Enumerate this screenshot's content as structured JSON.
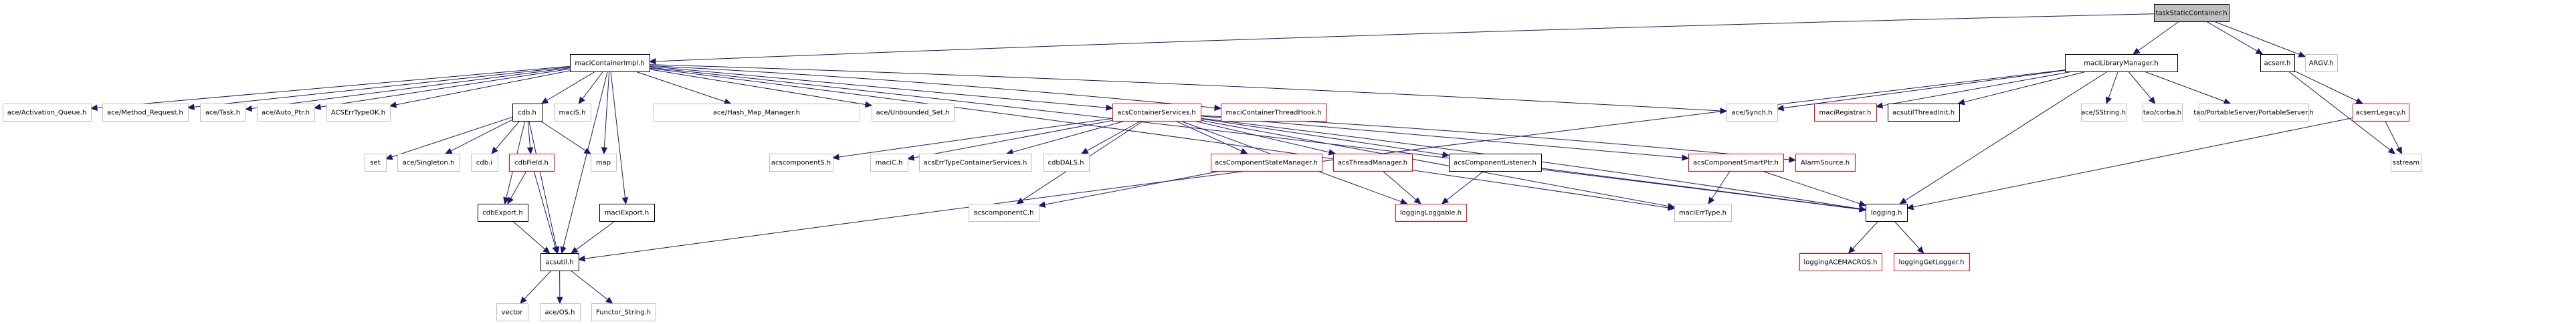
{
  "diagram": {
    "title": "taskStaticContainer.h",
    "kind": "include-dependency-graph",
    "legend_colors": {
      "root_fill": "#bfbfbf",
      "documented_border": "#000000",
      "undocumented_border": "#bfbfbf",
      "truncated_border": "#ff0000",
      "edge": "#191970"
    },
    "nodes": [
      {
        "id": "taskStaticContainer",
        "label": "taskStaticContainer.h",
        "style": "root"
      },
      {
        "id": "maciContainerImpl",
        "label": "maciContainerImpl.h",
        "style": "black"
      },
      {
        "id": "maciLibraryManager",
        "label": "maciLibraryManager.h",
        "style": "black"
      },
      {
        "id": "acserr",
        "label": "acserr.h",
        "style": "black"
      },
      {
        "id": "ARGV",
        "label": "ARGV.h",
        "style": "gray"
      },
      {
        "id": "aceActivationQueue",
        "label": "ace/Activation_Queue.h",
        "style": "gray"
      },
      {
        "id": "aceMethodRequest",
        "label": "ace/Method_Request.h",
        "style": "gray"
      },
      {
        "id": "aceTask",
        "label": "ace/Task.h",
        "style": "gray"
      },
      {
        "id": "aceAutoPtr",
        "label": "ace/Auto_Ptr.h",
        "style": "gray"
      },
      {
        "id": "ACSErrTypeOK",
        "label": "ACSErrTypeOK.h",
        "style": "gray"
      },
      {
        "id": "cdb",
        "label": "cdb.h",
        "style": "black"
      },
      {
        "id": "maciS",
        "label": "maciS.h",
        "style": "gray"
      },
      {
        "id": "aceHashMapManager",
        "label": "ace/Hash_Map_Manager.h",
        "style": "gray"
      },
      {
        "id": "aceUnboundedSet",
        "label": "ace/Unbounded_Set.h",
        "style": "gray"
      },
      {
        "id": "acsContainerServices",
        "label": "acsContainerServices.h",
        "style": "red"
      },
      {
        "id": "maciContainerThreadHook",
        "label": "maciContainerThreadHook.h",
        "style": "red"
      },
      {
        "id": "aceSynch",
        "label": "ace/Synch.h",
        "style": "gray"
      },
      {
        "id": "maciRegistrar",
        "label": "maciRegistrar.h",
        "style": "red"
      },
      {
        "id": "acsutilThreadInit",
        "label": "acsutilThreadInit.h",
        "style": "black"
      },
      {
        "id": "aceSString",
        "label": "ace/SString.h",
        "style": "gray"
      },
      {
        "id": "taoCorba",
        "label": "tao/corba.h",
        "style": "gray"
      },
      {
        "id": "taoPortableServer",
        "label": "tao/PortableServer/PortableServer.h",
        "style": "gray"
      },
      {
        "id": "acserrLegacy",
        "label": "acserrLegacy.h",
        "style": "red"
      },
      {
        "id": "set",
        "label": "set",
        "style": "gray"
      },
      {
        "id": "aceSingleton",
        "label": "ace/Singleton.h",
        "style": "gray"
      },
      {
        "id": "cdbi",
        "label": "cdb.i",
        "style": "gray"
      },
      {
        "id": "cdbField",
        "label": "cdbField.h",
        "style": "red"
      },
      {
        "id": "map",
        "label": "map",
        "style": "gray"
      },
      {
        "id": "acscomponentS",
        "label": "acscomponentS.h",
        "style": "gray"
      },
      {
        "id": "maciC",
        "label": "maciC.h",
        "style": "gray"
      },
      {
        "id": "acsErrTypeContainerServices",
        "label": "acsErrTypeContainerServices.h",
        "style": "gray"
      },
      {
        "id": "cdbDALS",
        "label": "cdbDALS.h",
        "style": "gray"
      },
      {
        "id": "acsComponentStateManager",
        "label": "acsComponentStateManager.h",
        "style": "red"
      },
      {
        "id": "acsThreadManager",
        "label": "acsThreadManager.h",
        "style": "red"
      },
      {
        "id": "acsComponentListener",
        "label": "acsComponentListener.h",
        "style": "black"
      },
      {
        "id": "acsComponentSmartPtr",
        "label": "acsComponentSmartPtr.h",
        "style": "red"
      },
      {
        "id": "AlarmSource",
        "label": "AlarmSource.h",
        "style": "red"
      },
      {
        "id": "sstream",
        "label": "sstream",
        "style": "gray"
      },
      {
        "id": "cdbExport",
        "label": "cdbExport.h",
        "style": "black"
      },
      {
        "id": "maciExport",
        "label": "maciExport.h",
        "style": "black"
      },
      {
        "id": "acscomponentC",
        "label": "acscomponentC.h",
        "style": "gray"
      },
      {
        "id": "loggingLoggable",
        "label": "loggingLoggable.h",
        "style": "red"
      },
      {
        "id": "maciErrType",
        "label": "maciErrType.h",
        "style": "gray"
      },
      {
        "id": "logging",
        "label": "logging.h",
        "style": "black"
      },
      {
        "id": "acsutil",
        "label": "acsutil.h",
        "style": "black"
      },
      {
        "id": "loggingACEMACROS",
        "label": "loggingACEMACROS.h",
        "style": "red"
      },
      {
        "id": "loggingGetLogger",
        "label": "loggingGetLogger.h",
        "style": "red"
      },
      {
        "id": "vector",
        "label": "vector",
        "style": "gray"
      },
      {
        "id": "aceOS",
        "label": "ace/OS.h",
        "style": "gray"
      },
      {
        "id": "FunctorString",
        "label": "Functor_String.h",
        "style": "gray"
      }
    ],
    "edges": [
      [
        "taskStaticContainer",
        "maciContainerImpl"
      ],
      [
        "taskStaticContainer",
        "maciLibraryManager"
      ],
      [
        "taskStaticContainer",
        "acserr"
      ],
      [
        "taskStaticContainer",
        "ARGV"
      ],
      [
        "maciContainerImpl",
        "aceActivationQueue"
      ],
      [
        "maciContainerImpl",
        "aceMethodRequest"
      ],
      [
        "maciContainerImpl",
        "aceTask"
      ],
      [
        "maciContainerImpl",
        "aceAutoPtr"
      ],
      [
        "maciContainerImpl",
        "ACSErrTypeOK"
      ],
      [
        "maciContainerImpl",
        "cdb"
      ],
      [
        "maciContainerImpl",
        "maciS"
      ],
      [
        "maciContainerImpl",
        "map"
      ],
      [
        "maciContainerImpl",
        "maciExport"
      ],
      [
        "maciContainerImpl",
        "aceHashMapManager"
      ],
      [
        "maciContainerImpl",
        "aceUnboundedSet"
      ],
      [
        "maciContainerImpl",
        "acsContainerServices"
      ],
      [
        "maciContainerImpl",
        "maciContainerThreadHook"
      ],
      [
        "maciContainerImpl",
        "aceSynch"
      ],
      [
        "maciContainerImpl",
        "logging"
      ],
      [
        "maciContainerImpl",
        "acsutil"
      ],
      [
        "maciContainerImpl",
        "maciErrType"
      ],
      [
        "maciLibraryManager",
        "aceSynch"
      ],
      [
        "maciLibraryManager",
        "maciRegistrar"
      ],
      [
        "maciLibraryManager",
        "acsutilThreadInit"
      ],
      [
        "maciLibraryManager",
        "aceSString"
      ],
      [
        "maciLibraryManager",
        "taoCorba"
      ],
      [
        "maciLibraryManager",
        "taoPortableServer"
      ],
      [
        "maciLibraryManager",
        "logging"
      ],
      [
        "maciLibraryManager",
        "acsutil"
      ],
      [
        "acserr",
        "acserrLegacy"
      ],
      [
        "acserr",
        "sstream"
      ],
      [
        "acserrLegacy",
        "sstream"
      ],
      [
        "acserrLegacy",
        "logging"
      ],
      [
        "cdb",
        "set"
      ],
      [
        "cdb",
        "aceSingleton"
      ],
      [
        "cdb",
        "cdbi"
      ],
      [
        "cdb",
        "cdbField"
      ],
      [
        "cdb",
        "map"
      ],
      [
        "cdb",
        "cdbExport"
      ],
      [
        "cdb",
        "acsutil"
      ],
      [
        "cdbField",
        "cdbExport"
      ],
      [
        "cdbField",
        "acsutil"
      ],
      [
        "cdbExport",
        "acsutil"
      ],
      [
        "maciExport",
        "acsutil"
      ],
      [
        "acsContainerServices",
        "acscomponentS"
      ],
      [
        "acsContainerServices",
        "maciC"
      ],
      [
        "acsContainerServices",
        "acsErrTypeContainerServices"
      ],
      [
        "acsContainerServices",
        "cdbDALS"
      ],
      [
        "acsContainerServices",
        "acsComponentStateManager"
      ],
      [
        "acsContainerServices",
        "acsThreadManager"
      ],
      [
        "acsContainerServices",
        "loggingLoggable"
      ],
      [
        "acsContainerServices",
        "acsComponentListener"
      ],
      [
        "acsContainerServices",
        "acsComponentSmartPtr"
      ],
      [
        "acsContainerServices",
        "AlarmSource"
      ],
      [
        "acsContainerServices",
        "maciErrType"
      ],
      [
        "acsContainerServices",
        "logging"
      ],
      [
        "acsContainerServices",
        "acscomponentC"
      ],
      [
        "acsComponentStateManager",
        "acscomponentC"
      ],
      [
        "acsThreadManager",
        "loggingLoggable"
      ],
      [
        "acsComponentListener",
        "loggingLoggable"
      ],
      [
        "acsComponentListener",
        "logging"
      ],
      [
        "acsComponentSmartPtr",
        "maciErrType"
      ],
      [
        "acsComponentSmartPtr",
        "logging"
      ],
      [
        "logging",
        "loggingACEMACROS"
      ],
      [
        "logging",
        "loggingGetLogger"
      ],
      [
        "acsutil",
        "vector"
      ],
      [
        "acsutil",
        "aceOS"
      ],
      [
        "acsutil",
        "FunctorString"
      ]
    ]
  }
}
